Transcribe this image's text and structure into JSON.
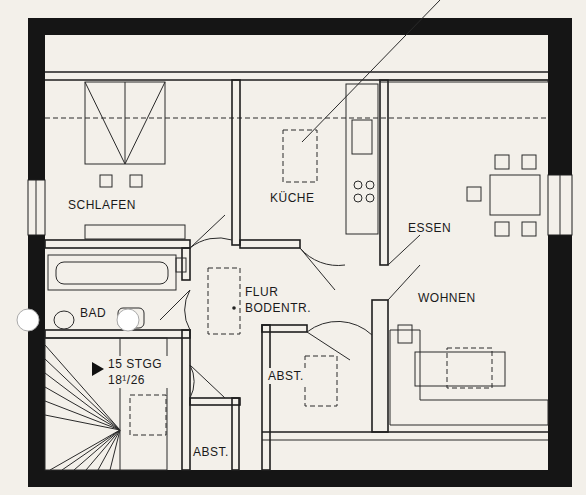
{
  "diagram": {
    "labels": [
      "SCHLAFEN",
      "KÜCHE",
      "ESSEN",
      "FLUR BODENTR.",
      "WOHNEN",
      "BAD",
      "15 STGG 18¹/26",
      "ABST.",
      "ABST."
    ]
  }
}
